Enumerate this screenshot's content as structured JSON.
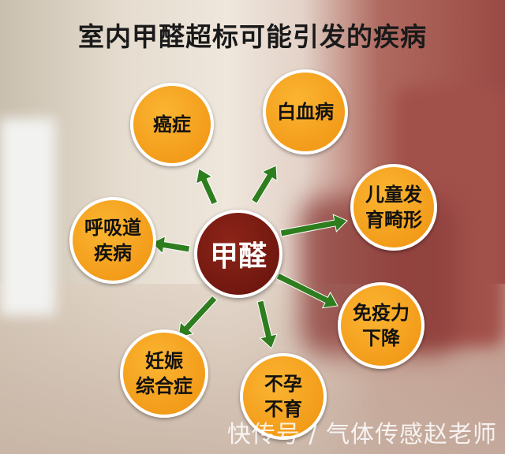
{
  "title": "室内甲醛超标可能引发的疾病",
  "center": "甲醛",
  "nodes": [
    {
      "label": "癌症"
    },
    {
      "label": "白血病"
    },
    {
      "label": "儿童发\n育畸形"
    },
    {
      "label": "呼吸道\n疾病"
    },
    {
      "label": "免疫力\n下降"
    },
    {
      "label": "妊娠\n综合症"
    },
    {
      "label": "不孕\n不育"
    }
  ],
  "watermark": "快传号 / 气体传感赵老师",
  "colors": {
    "node": "#f5a01a",
    "center": "#7a1a12",
    "arrow": "#2e7d1e"
  }
}
